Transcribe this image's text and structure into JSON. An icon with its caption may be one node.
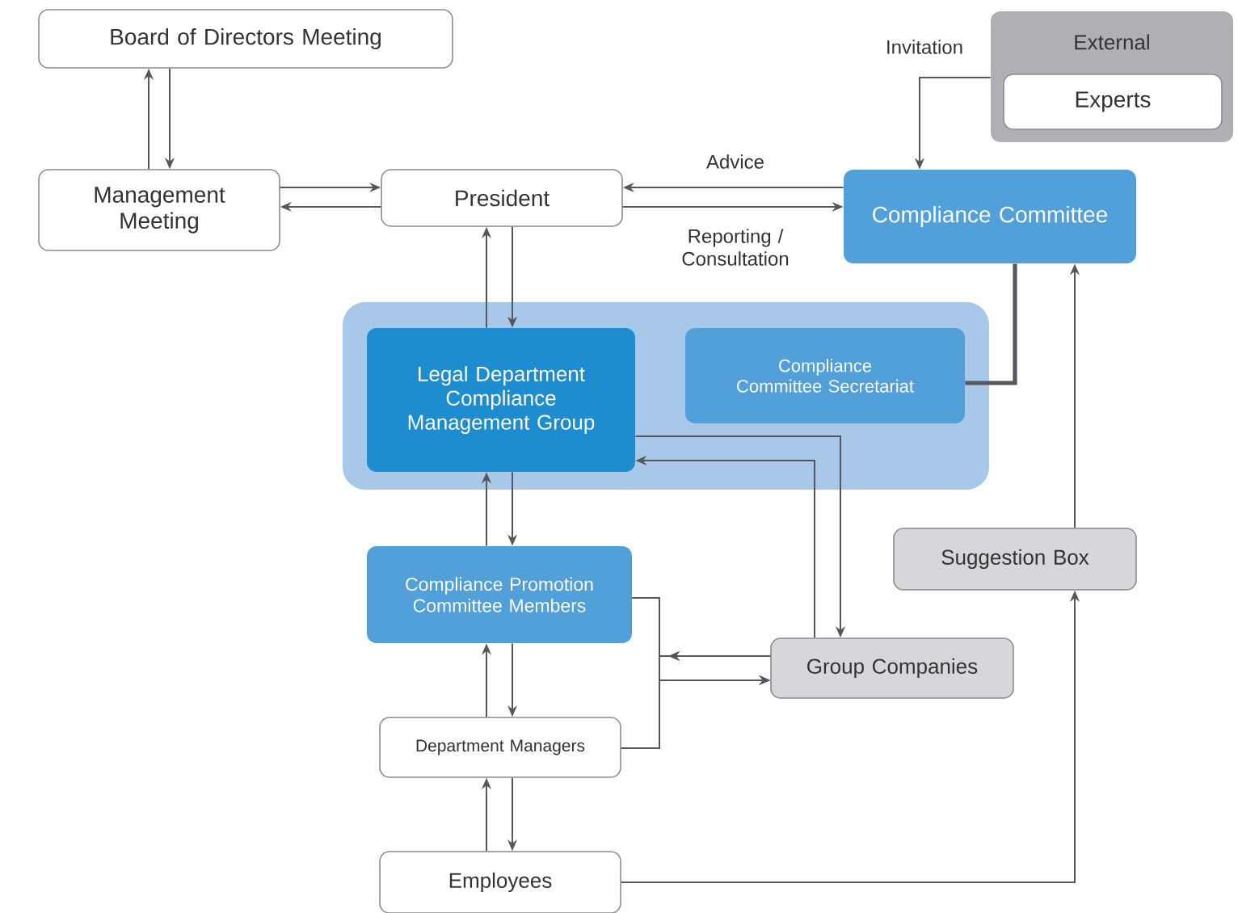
{
  "diagram": {
    "nodes": [
      {
        "text": [
          "Board of Directors Meeting"
        ]
      },
      {
        "text": [
          "Management Meeting"
        ]
      },
      {
        "text": [
          "President"
        ]
      },
      {
        "text": [
          "External"
        ]
      },
      {
        "text": [
          "Experts"
        ],
        "in": 3
      },
      {
        "text": [
          "Compliance Committee"
        ]
      },
      {
        "text": [],
        "shape": "box"
      },
      {
        "text": [
          "Legal Department Compliance Management Group"
        ],
        "in": 6
      },
      {
        "text": [
          "Compliance Committee Secretariat"
        ],
        "in": 6
      },
      {
        "text": [
          "Suggestion Box"
        ]
      },
      {
        "text": [
          "Compliance Promotion Committee Members"
        ]
      },
      {
        "text": [
          "Group Companies"
        ]
      },
      {
        "text": [
          "Department Managers"
        ]
      },
      {
        "text": [
          "Employees"
        ]
      }
    ],
    "edges": [
      {
        "from": 1,
        "to": 0,
        "arrow": "to"
      },
      {
        "from": 0,
        "to": 1,
        "arrow": "to"
      },
      {
        "from": 1,
        "to": 2,
        "arrow": "to"
      },
      {
        "from": 2,
        "to": 1,
        "arrow": "to"
      },
      {
        "from": 5,
        "to": 2,
        "arrow": "to",
        "label": "Advice"
      },
      {
        "from": 2,
        "to": 5,
        "arrow": "to",
        "label": "Reporting / Consultation"
      },
      {
        "from": 3,
        "to": 5,
        "arrow": "to",
        "label": "Invitation"
      },
      {
        "from": 7,
        "to": 2,
        "arrow": "to"
      },
      {
        "from": 2,
        "to": 7,
        "arrow": "to"
      },
      {
        "from": 8,
        "to": 5,
        "arrow": "none",
        "style": "thick"
      },
      {
        "from": 9,
        "to": 5,
        "arrow": "to"
      },
      {
        "from": 13,
        "to": 9,
        "arrow": "to"
      },
      {
        "from": 7,
        "to": 11,
        "arrow": "to"
      },
      {
        "from": 11,
        "to": 7,
        "arrow": "to"
      },
      {
        "from": 10,
        "to": 7,
        "arrow": "to"
      },
      {
        "from": 7,
        "to": 10,
        "arrow": "to"
      },
      {
        "from": 12,
        "to": 10,
        "arrow": "to"
      },
      {
        "from": 10,
        "to": 12,
        "arrow": "to"
      },
      {
        "from": 13,
        "to": 12,
        "arrow": "to"
      },
      {
        "from": 12,
        "to": 13,
        "arrow": "to"
      },
      {
        "from": 10,
        "to": 11,
        "arrow": "to"
      },
      {
        "from": 12,
        "to": 11,
        "arrow": "to"
      },
      {
        "from": 11,
        "to": 10,
        "arrow": "to"
      },
      {
        "from": 11,
        "to": 12,
        "arrow": "to"
      }
    ]
  }
}
